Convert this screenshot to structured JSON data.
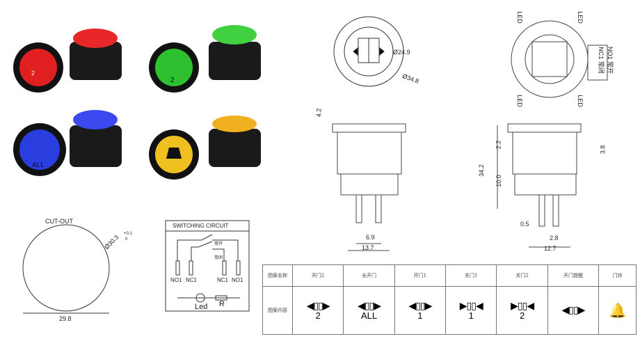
{
  "products": [
    {
      "color": "red",
      "hex": "#e02020",
      "symbol": ""
    },
    {
      "color": "green",
      "hex": "#2ec02e",
      "symbol": "2"
    },
    {
      "color": "blue",
      "hex": "#2a3ee0",
      "symbol": "ALL"
    },
    {
      "color": "yellow",
      "hex": "#f0c020",
      "symbol": ""
    }
  ],
  "top_view": {
    "inner_dia": "Ø24.9",
    "outer_dia": "Ø34.8"
  },
  "rear_view": {
    "led": "LED",
    "no1": "NO1 常开",
    "nc1": "NC1 常闭"
  },
  "side_view": {
    "d1": "4.2",
    "d2": "6.9",
    "d3": "13.7"
  },
  "side_view2": {
    "d1": "2.2",
    "d2": "3.8",
    "d3": "34.2",
    "d4": "10.0",
    "d5": "0.5",
    "d6": "2.8",
    "d7": "12.7"
  },
  "cutout": {
    "title": "CUT-OUT",
    "dia": "Ø30.3",
    "tol_plus": "+0.1",
    "tol_minus": "0",
    "width": "29.8"
  },
  "circuit": {
    "title": "SWITCHING CIRCUIT",
    "no_label": "常开",
    "nc_label": "常闭",
    "pins": [
      "NO1",
      "NC1",
      "NC1",
      "NO1"
    ],
    "led": "Led",
    "r": "R"
  },
  "pattern_table": {
    "row1_label": "图案名称",
    "row2_label": "图案内容",
    "items": [
      {
        "name": "开门2",
        "icon": "◀▯▯▶",
        "num": "2"
      },
      {
        "name": "全开门",
        "icon": "◀▯▯▶",
        "num": "ALL"
      },
      {
        "name": "开门1",
        "icon": "◀▯▯▶",
        "num": "1"
      },
      {
        "name": "关门1",
        "icon": "▶▯▯◀",
        "num": "1"
      },
      {
        "name": "关门2",
        "icon": "▶▯▯◀",
        "num": "2"
      },
      {
        "name": "开门提醒",
        "icon": "◀▯▯▶",
        "num": ""
      },
      {
        "name": "门铃",
        "icon": "🔔",
        "num": ""
      }
    ]
  }
}
